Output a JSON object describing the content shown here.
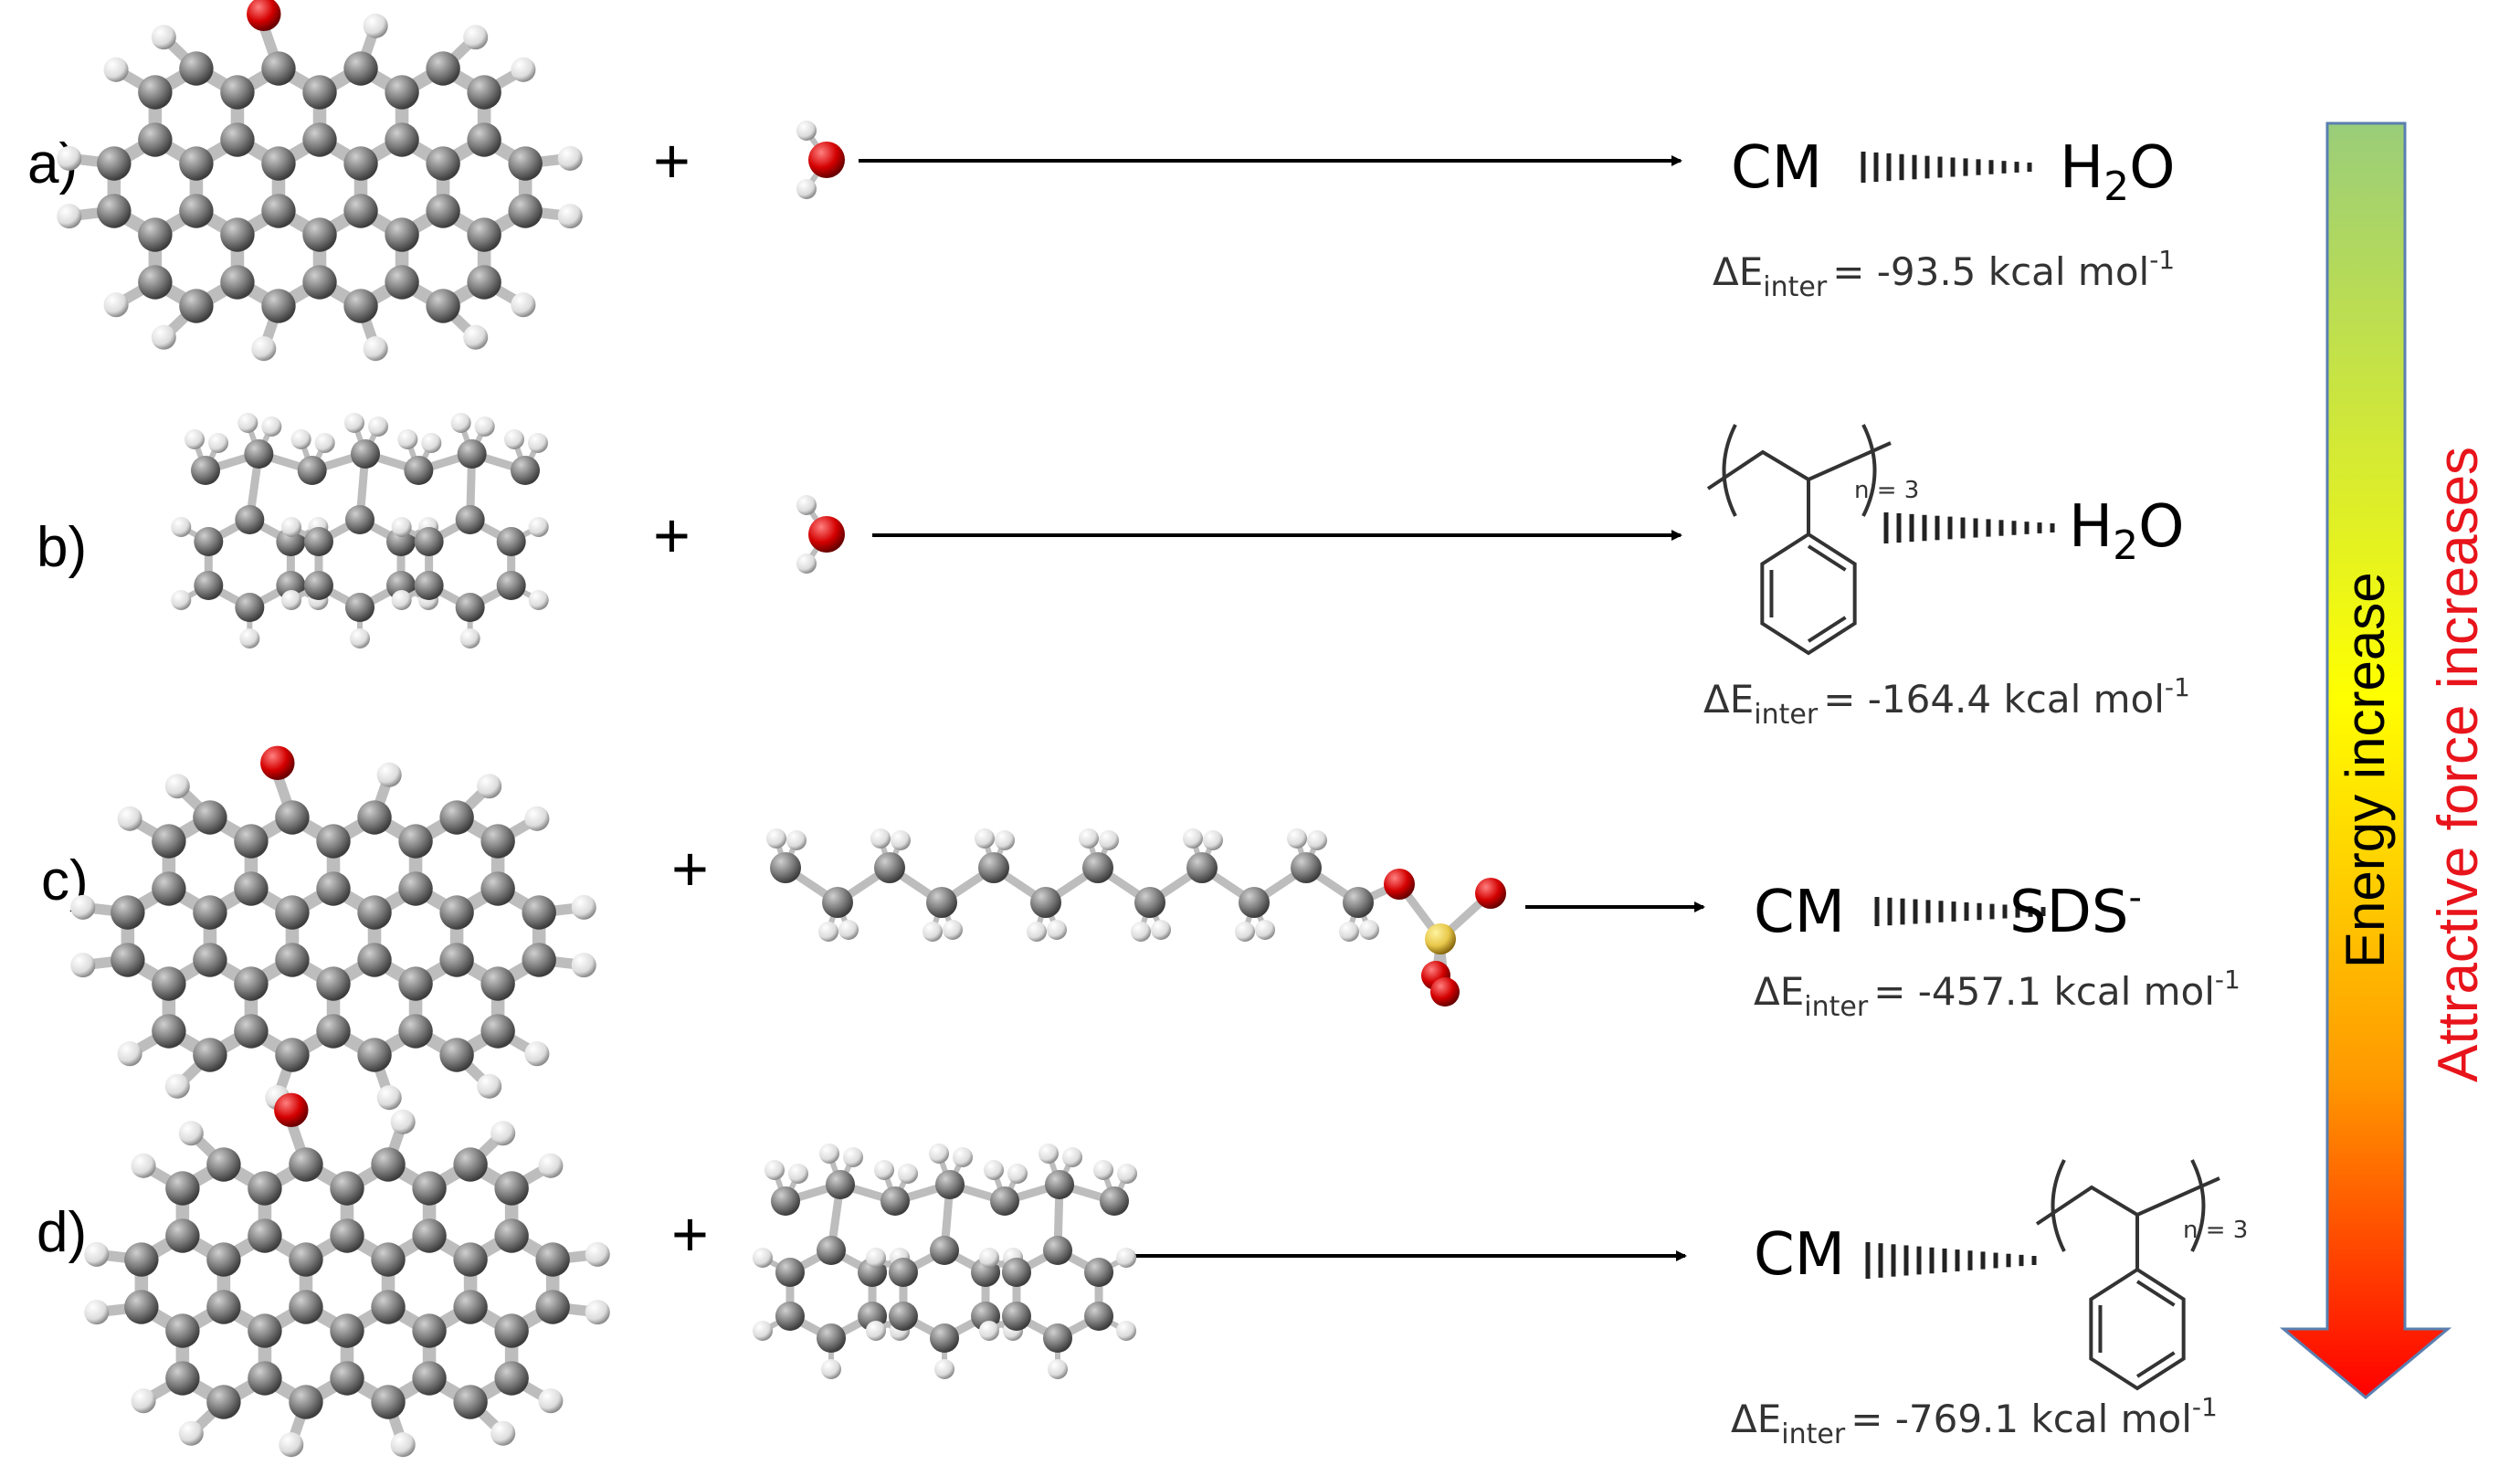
{
  "rows": [
    {
      "label": "a)",
      "plus": "+",
      "product": {
        "left": "CM",
        "right_main": "H",
        "right_sub": "2",
        "right_tail": "O",
        "polymer_n": ""
      },
      "energy": {
        "prefix": "ΔE",
        "sub": "inter",
        "value": "= -93.5 kcal mol",
        "sup": "-1"
      }
    },
    {
      "label": "b)",
      "plus": "+",
      "product": {
        "left": "",
        "right_main": "H",
        "right_sub": "2",
        "right_tail": "O",
        "polymer_n": "n = 3"
      },
      "energy": {
        "prefix": "ΔE",
        "sub": "inter",
        "value": "= -164.4 kcal mol",
        "sup": "-1"
      }
    },
    {
      "label": "c)",
      "plus": "+",
      "product": {
        "left": "CM",
        "right_main": "SDS",
        "right_sup": "-"
      },
      "energy": {
        "prefix": "ΔE",
        "sub": "inter",
        "value": "= -457.1 kcal mol",
        "sup": "-1"
      }
    },
    {
      "label": "d)",
      "plus": "+",
      "product": {
        "left": "CM",
        "polymer_n": "n = 3"
      },
      "energy": {
        "prefix": "ΔE",
        "sub": "inter",
        "value": "= -769.1 kcal mol",
        "sup": "-1"
      }
    }
  ],
  "side": {
    "arrow_text": "Energy increase",
    "right_text": "Attractive force increases",
    "colors": {
      "top": "#9acd7a",
      "mid": "#ffff00",
      "bottom": "#ff0000",
      "right_text": "#e8141b"
    }
  },
  "atom_colors": {
    "carbon": "#7f7f7f",
    "hydrogen": "#e6e6e6",
    "oxygen": "#d40000",
    "sulfur": "#e8c84a"
  }
}
